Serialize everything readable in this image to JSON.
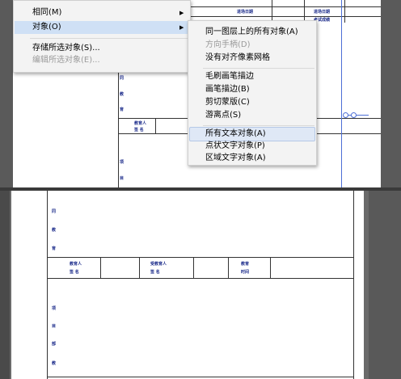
{
  "left_menu": {
    "items": [
      {
        "label": "相同(M)",
        "has_submenu": true,
        "disabled": false
      },
      {
        "label": "对象(O)",
        "has_submenu": true,
        "disabled": false,
        "selected": true
      },
      {
        "label": "存储所选对象(S)...",
        "has_submenu": false,
        "disabled": false
      },
      {
        "label": "编辑所选对象(E)...",
        "has_submenu": false,
        "disabled": true
      }
    ]
  },
  "submenu": {
    "items": [
      {
        "label": "同一图层上的所有对象(A)",
        "disabled": false
      },
      {
        "label": "方向手柄(D)",
        "disabled": true
      },
      {
        "label": "没有对齐像素网格",
        "disabled": false
      },
      {
        "label": "毛刷画笔描边",
        "disabled": false
      },
      {
        "label": "画笔描边(B)",
        "disabled": false
      },
      {
        "label": "剪切蒙版(C)",
        "disabled": false
      },
      {
        "label": "游离点(S)",
        "disabled": false
      },
      {
        "label": "所有文本对象(A)",
        "disabled": false,
        "highlighted": true
      },
      {
        "label": "点状文字对象(P)",
        "disabled": false
      },
      {
        "label": "区域文字对象(A)",
        "disabled": false
      }
    ]
  },
  "doc_top": {
    "header_cells": [
      "进场日期",
      "进场日期",
      "考试成绩"
    ],
    "side_chars": [
      "同",
      "教",
      "育"
    ],
    "sig_line1": "教育人",
    "sig_line2": "签 名",
    "side_chars2": [
      "项",
      "目"
    ]
  },
  "doc_bottom": {
    "side_chars_top": [
      "同",
      "教",
      "育"
    ],
    "sig_cells": [
      {
        "line1": "教育人",
        "line2": "签  名"
      },
      {
        "line1": "受教育人",
        "line2": "签  名"
      },
      {
        "line1": "教育",
        "line2": "时间"
      }
    ],
    "side_chars_bottom": [
      "项",
      "目",
      "部",
      "教"
    ]
  }
}
